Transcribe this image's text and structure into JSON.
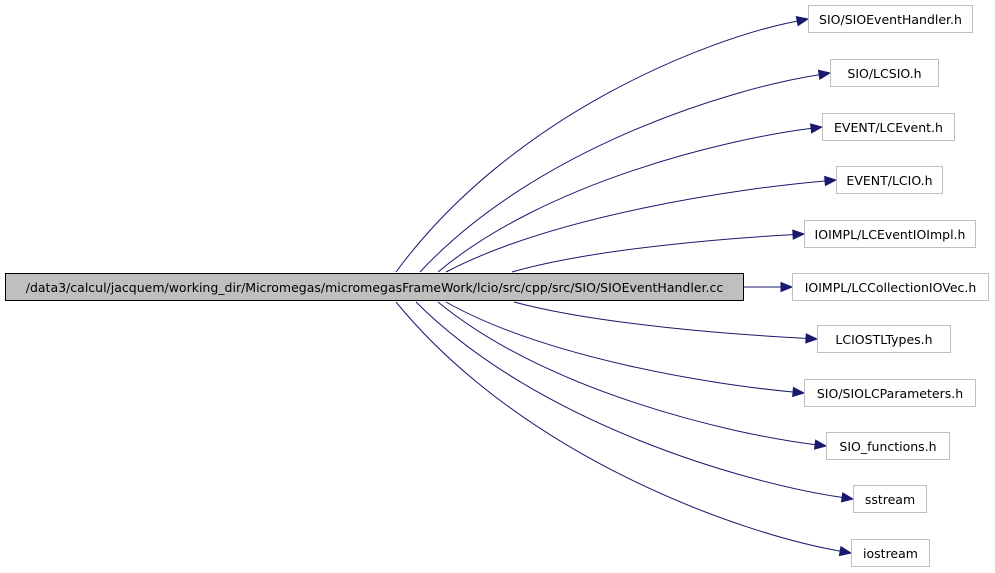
{
  "graph": {
    "root": {
      "label": "/data3/calcul/jacquem/working_dir/Micromegas/micromegasFrameWork/lcio/src/cpp/src/SIO/SIOEventHandler.cc"
    },
    "includes": [
      {
        "label": "SIO/SIOEventHandler.h"
      },
      {
        "label": "SIO/LCSIO.h"
      },
      {
        "label": "EVENT/LCEvent.h"
      },
      {
        "label": "EVENT/LCIO.h"
      },
      {
        "label": "IOIMPL/LCEventIOImpl.h"
      },
      {
        "label": "IOIMPL/LCCollectionIOVec.h"
      },
      {
        "label": "LCIOSTLTypes.h"
      },
      {
        "label": "SIO/SIOLCParameters.h"
      },
      {
        "label": "SIO_functions.h"
      },
      {
        "label": "sstream"
      },
      {
        "label": "iostream"
      }
    ],
    "colors": {
      "edge": "#191970",
      "root_fill": "#bfbfbf",
      "root_border": "#000000",
      "node_border": "#bfbfbf"
    }
  }
}
